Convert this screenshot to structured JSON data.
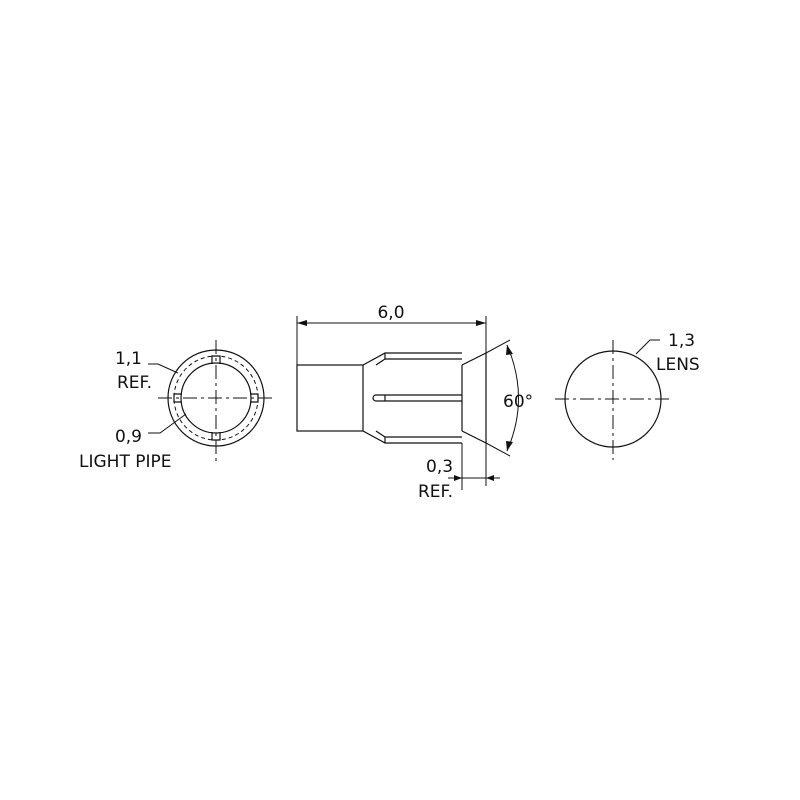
{
  "labels": {
    "outer_dim_value": "1,1",
    "outer_dim_note": "REF.",
    "inner_dim_value": "0,9",
    "inner_dim_note": "LIGHT PIPE",
    "length_dim": "6,0",
    "angle_dim": "60°",
    "offset_dim_value": "0,3",
    "offset_dim_note": "REF.",
    "lens_dim_value": "1,3",
    "lens_dim_note": "LENS"
  }
}
